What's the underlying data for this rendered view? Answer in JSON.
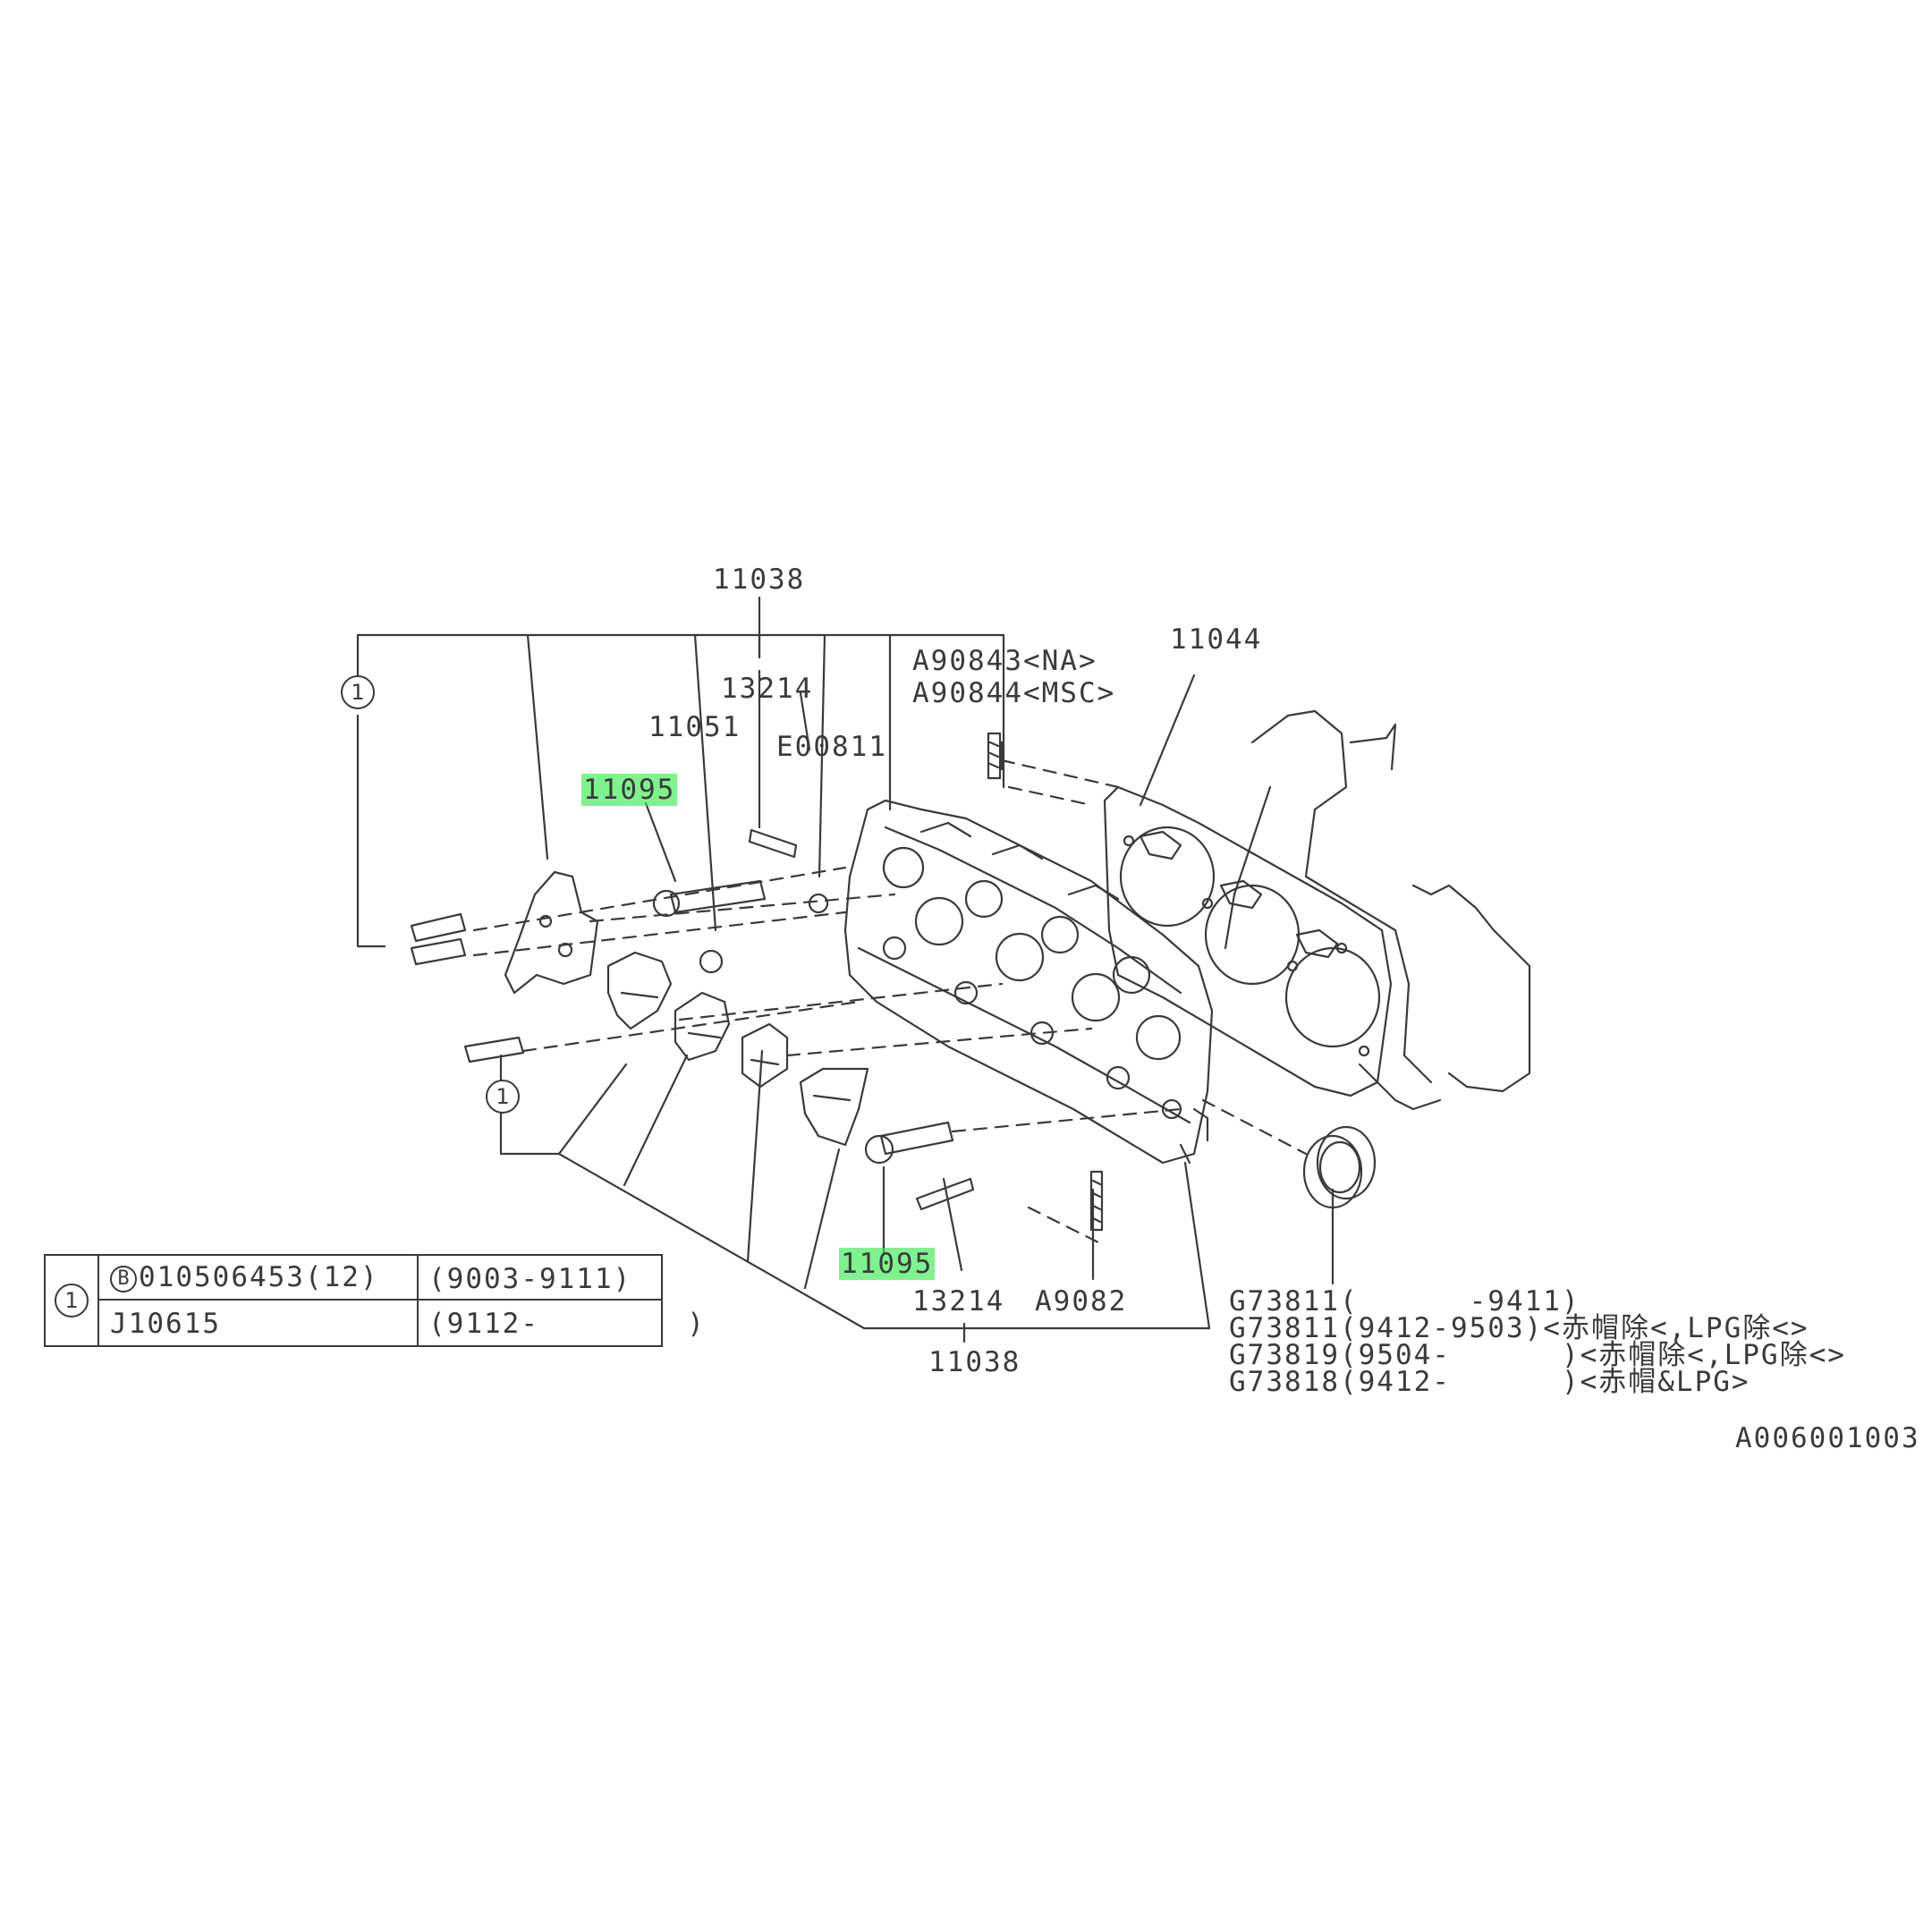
{
  "callout_symbol": "1",
  "labels": {
    "top_assembly": "11038",
    "top_stud": "13214",
    "top_plug": "11051",
    "top_pin": "E00811",
    "top_bolt_highlight": "11095",
    "stud_na": "A90843<NA>",
    "stud_msc": "A90844<MSC>",
    "gasket": "11044",
    "bottom_bolt_highlight": "11095",
    "bottom_stud": "13214",
    "bottom_stud_2": "A9082",
    "bottom_assembly": "11038",
    "seal_line_1": "G73811(      -9411)",
    "seal_line_2": "G73811(9412-9503)<赤帽除<,LPG除<>",
    "seal_line_3": "G73819(9504-      )<赤帽除<,LPG除<>",
    "seal_line_4": "G73818(9412-      )<赤帽&LPG>",
    "diagram_id": "A006001003"
  },
  "highlight_color": "#39eb50",
  "table": {
    "ref": "1",
    "row1_prefix": "B",
    "row1_part": "010506453",
    "row1_qty": "(12)",
    "row1_dates": "(9003-9111)",
    "row2_part": "J10615",
    "row2_dates": "(9112-        )"
  }
}
